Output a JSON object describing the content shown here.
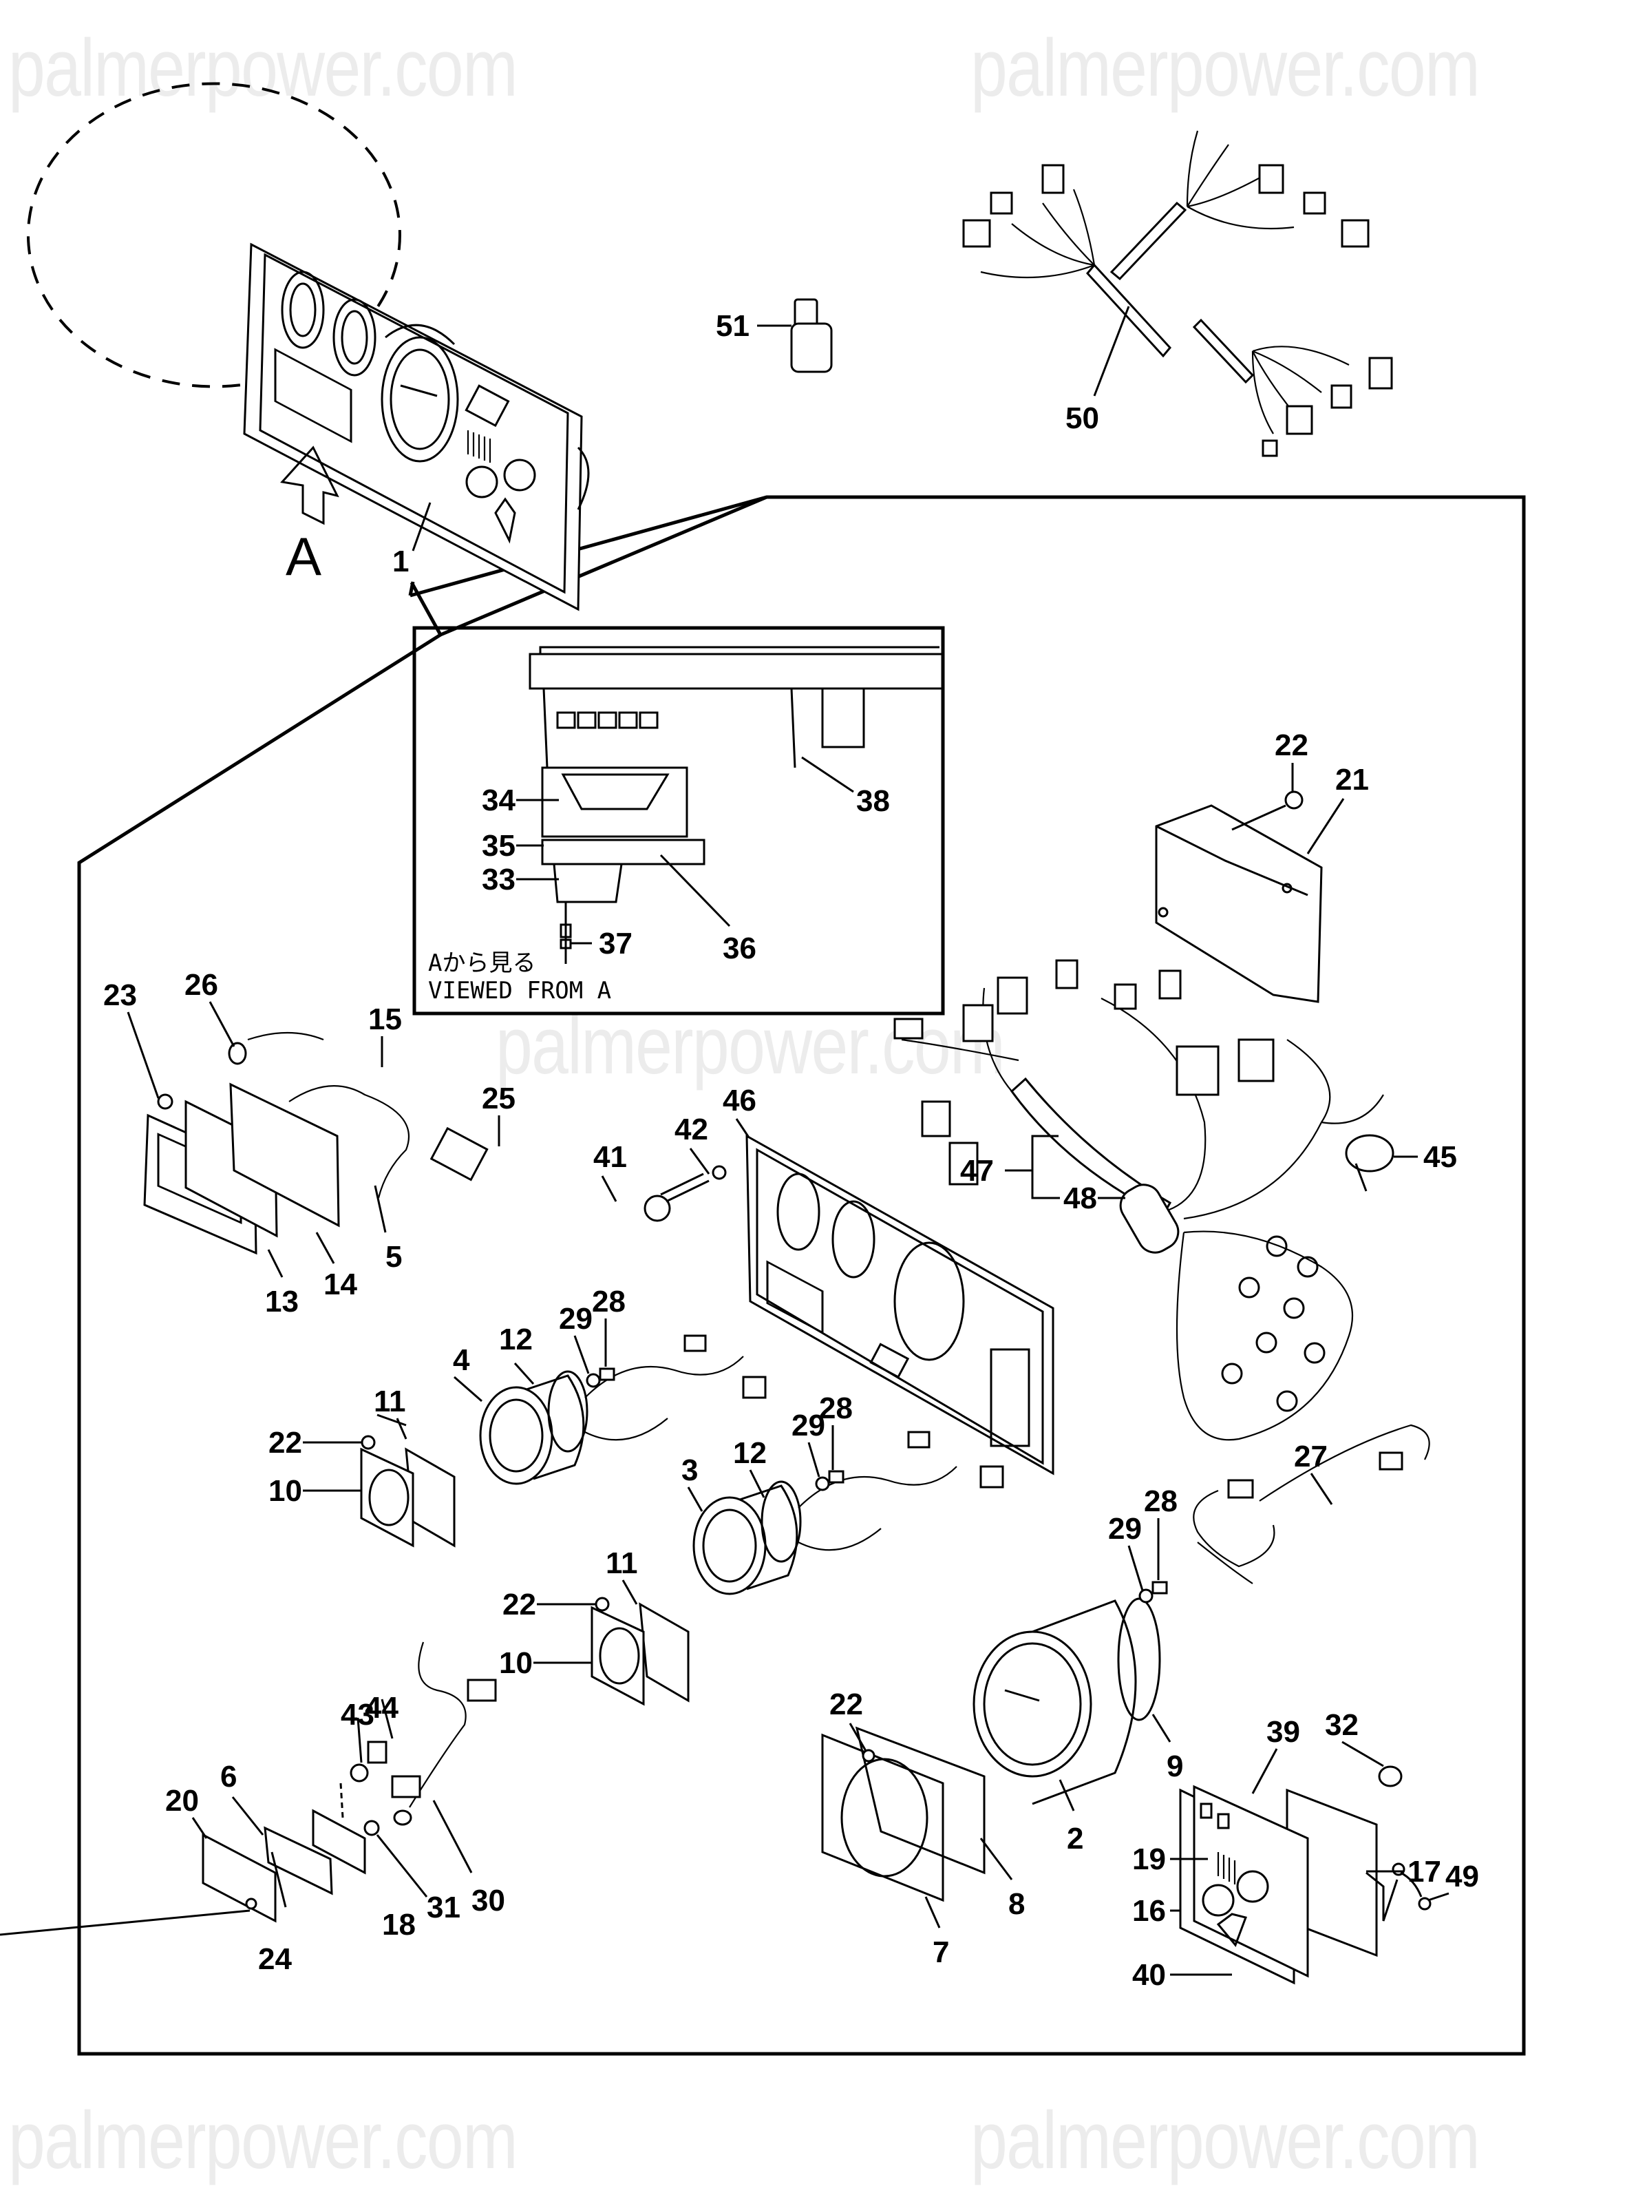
{
  "watermark": {
    "text": "palmerpower.com",
    "color": "#ececec"
  },
  "view_arrow": {
    "label": "A"
  },
  "inset": {
    "caption_jp": "Aから見る",
    "caption_en": "VIEWED FROM A",
    "callouts": [
      "33",
      "34",
      "35",
      "36",
      "37",
      "38"
    ]
  },
  "callouts": {
    "c1": "1",
    "c2": "2",
    "c3": "3",
    "c4": "4",
    "c5": "5",
    "c6": "6",
    "c7": "7",
    "c8": "8",
    "c9": "9",
    "c10a": "10",
    "c10b": "10",
    "c11a": "11",
    "c11b": "11",
    "c12a": "12",
    "c12b": "12",
    "c13": "13",
    "c14": "14",
    "c15": "15",
    "c16": "16",
    "c17": "17",
    "c18": "18",
    "c19": "19",
    "c20": "20",
    "c21": "21",
    "c22a": "22",
    "c22b": "22",
    "c22c": "22",
    "c22d": "22",
    "c23": "23",
    "c24": "24",
    "c25": "25",
    "c26": "26",
    "c27": "27",
    "c28a": "28",
    "c28b": "28",
    "c28c": "28",
    "c29a": "29",
    "c29b": "29",
    "c29c": "29",
    "c30": "30",
    "c31": "31",
    "c32": "32",
    "c33": "33",
    "c34": "34",
    "c35": "35",
    "c36": "36",
    "c37": "37",
    "c38": "38",
    "c39": "39",
    "c40": "40",
    "c41": "41",
    "c42": "42",
    "c43": "43",
    "c44": "44",
    "c45": "45",
    "c46": "46",
    "c47": "47",
    "c48": "48",
    "c49": "49",
    "c50": "50",
    "c51": "51"
  }
}
